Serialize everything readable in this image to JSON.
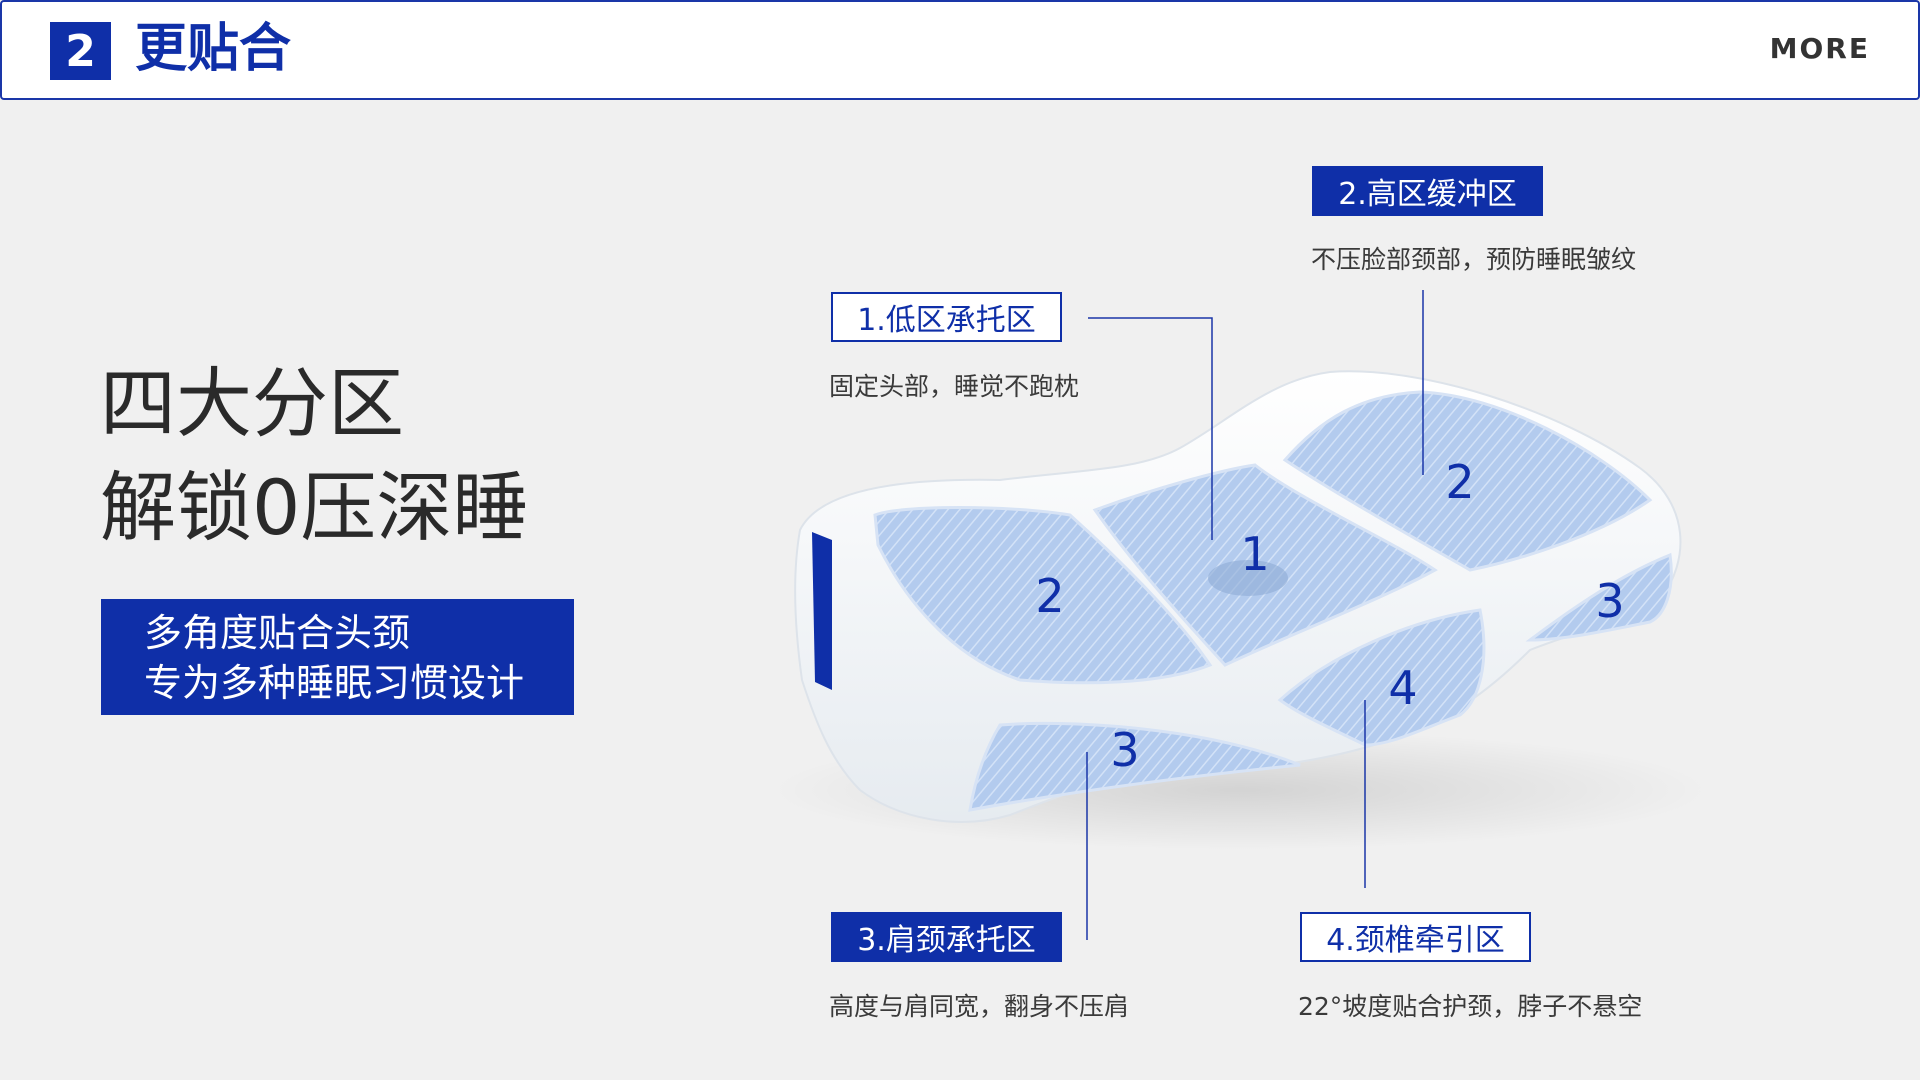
{
  "header": {
    "badge": "2",
    "title": "更贴合",
    "more": "MORE"
  },
  "headline": {
    "line1": "四大分区",
    "line2": "解锁0压深睡"
  },
  "feature_box": {
    "line1": "多角度贴合头颈",
    "line2": "专为多种睡眠习惯设计"
  },
  "zones": [
    {
      "label": "1.低区承托区",
      "desc": "固定头部，睡觉不跑枕"
    },
    {
      "label": "2.高区缓冲区",
      "desc": "不压脸部颈部，预防睡眠皱纹"
    },
    {
      "label": "3.肩颈承托区",
      "desc": "高度与肩同宽，翻身不压肩"
    },
    {
      "label": "4.颈椎牵引区",
      "desc": "22°坡度贴合护颈，脖子不悬空"
    }
  ],
  "pillow_numbers": {
    "n1": "1",
    "n2a": "2",
    "n2b": "2",
    "n3a": "3",
    "n3b": "3",
    "n4": "4"
  },
  "colors": {
    "brand_blue": "#0f2fa8",
    "zone_blue": "#a9c4ea",
    "background": "#f0f0f0"
  }
}
